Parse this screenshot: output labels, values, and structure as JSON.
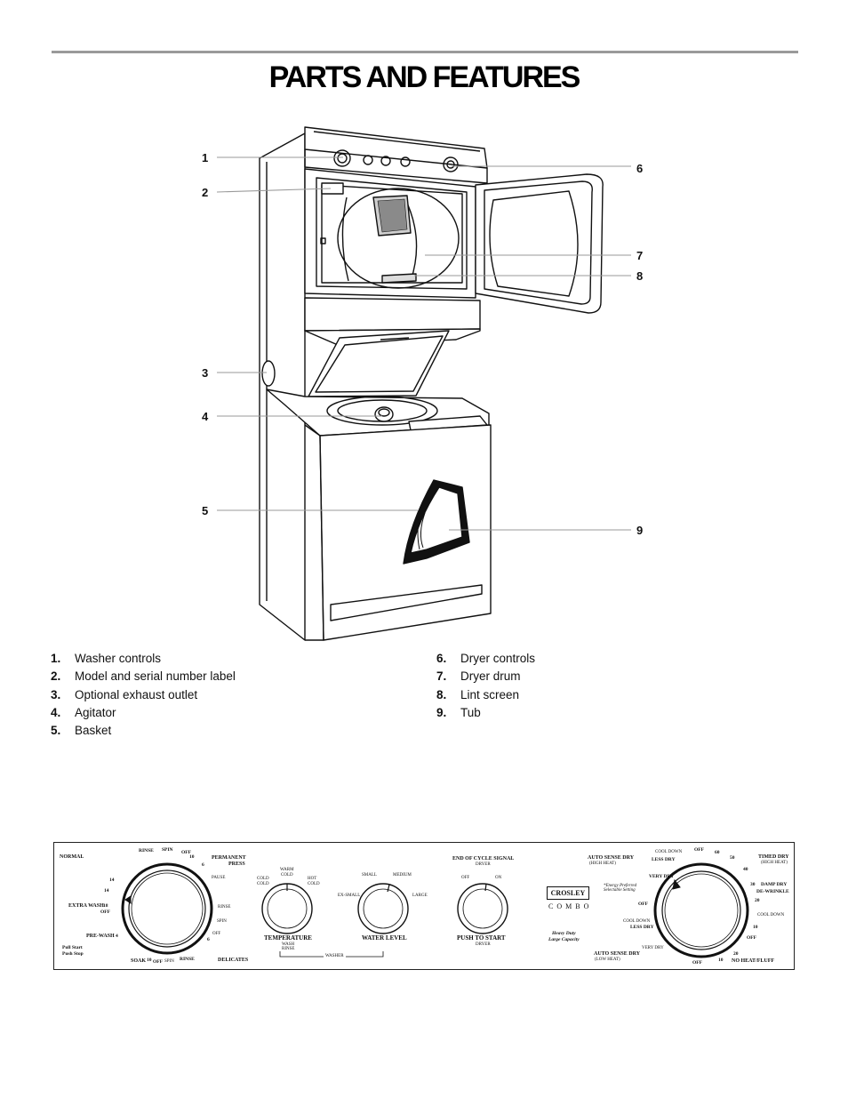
{
  "page": {
    "title": "PARTS AND FEATURES"
  },
  "callouts": [
    "1",
    "2",
    "3",
    "4",
    "5",
    "6",
    "7",
    "8",
    "9"
  ],
  "parts_left": [
    {
      "num": "1.",
      "label": "Washer controls"
    },
    {
      "num": "2.",
      "label": "Model and serial number label"
    },
    {
      "num": "3.",
      "label": "Optional exhaust outlet"
    },
    {
      "num": "4.",
      "label": "Agitator"
    },
    {
      "num": "5.",
      "label": "Basket"
    }
  ],
  "parts_right": [
    {
      "num": "6.",
      "label": "Dryer controls"
    },
    {
      "num": "7.",
      "label": "Dryer drum"
    },
    {
      "num": "8.",
      "label": "Lint screen"
    },
    {
      "num": "9.",
      "label": "Tub"
    }
  ],
  "panel": {
    "washer_dial": {
      "normal": "NORMAL",
      "rinse": "RINSE",
      "spin": "SPIN",
      "off": "OFF",
      "ten": "10",
      "six": "6",
      "permanent": "PERMANENT",
      "press": "PRESS",
      "pause": "PAUSE",
      "rinse2": "RINSE",
      "spin2": "SPIN",
      "off2": "OFF",
      "six2": "6",
      "delicates": "DELICATES",
      "rinse3": "RINSE",
      "spin3": "SPIN",
      "off3": "OFF",
      "soak": "SOAK",
      "ten2": "10",
      "prewash": "PRE-WASH",
      "four": "4",
      "extra_wash": "EXTRA WASH",
      "fourteen": "14",
      "off4": "OFF",
      "eighteen": "18",
      "fourteen2": "14",
      "pull_start": "Pull Start",
      "push_stop": "Push Stop"
    },
    "temperature": {
      "warm_cold_1": "WARM",
      "warm_cold_2": "COLD",
      "cold_cold_1": "COLD",
      "cold_cold_2": "COLD",
      "hot_cold_1": "HOT",
      "hot_cold_2": "COLD",
      "label": "TEMPERATURE",
      "sub1": "WASH",
      "sub2": "RINSE"
    },
    "water_level": {
      "small": "SMALL",
      "medium": "MEDIUM",
      "xsmall": "EX-SMALL",
      "large": "LARGE",
      "label": "WATER LEVEL"
    },
    "washer_bracket": "WASHER",
    "end_signal": {
      "title": "END OF CYCLE SIGNAL",
      "sub": "DRYER",
      "off": "OFF",
      "on": "ON",
      "push": "PUSH TO START",
      "push_sub": "DRYER"
    },
    "brand": {
      "name": "CROSLEY",
      "combo": "COMBO",
      "hd1": "Heavy Duty",
      "hd2": "Large Capacity"
    },
    "dryer_dial": {
      "auto_high": "AUTO SENSE DRY",
      "high_heat": "(HIGH HEAT)",
      "cool_down": "COOL DOWN",
      "less_dry": "LESS DRY",
      "off": "OFF",
      "sixty": "60",
      "fifty": "50",
      "forty": "40",
      "thirty": "30",
      "twenty": "20",
      "ten": "10",
      "timed_dry": "TIMED DRY",
      "timed_high": "(HIGH HEAT)",
      "damp_dry": "DAMP DRY",
      "dewrinkle": "DE-WRINKLE",
      "cool_down2": "COOL DOWN",
      "off2": "OFF",
      "very_dry": "VERY DRY",
      "energy": "*Energy Preferred",
      "selectable": "Selectable Setting",
      "off3": "OFF",
      "cool_down3": "COOL DOWN",
      "less_dry2": "LESS DRY",
      "very_dry2": "VERY DRY",
      "auto_low": "AUTO SENSE DRY",
      "low_heat": "(LOW HEAT)",
      "off4": "OFF",
      "ten2": "10",
      "twenty2": "20",
      "no_heat": "NO HEAT/FLUFF"
    }
  }
}
